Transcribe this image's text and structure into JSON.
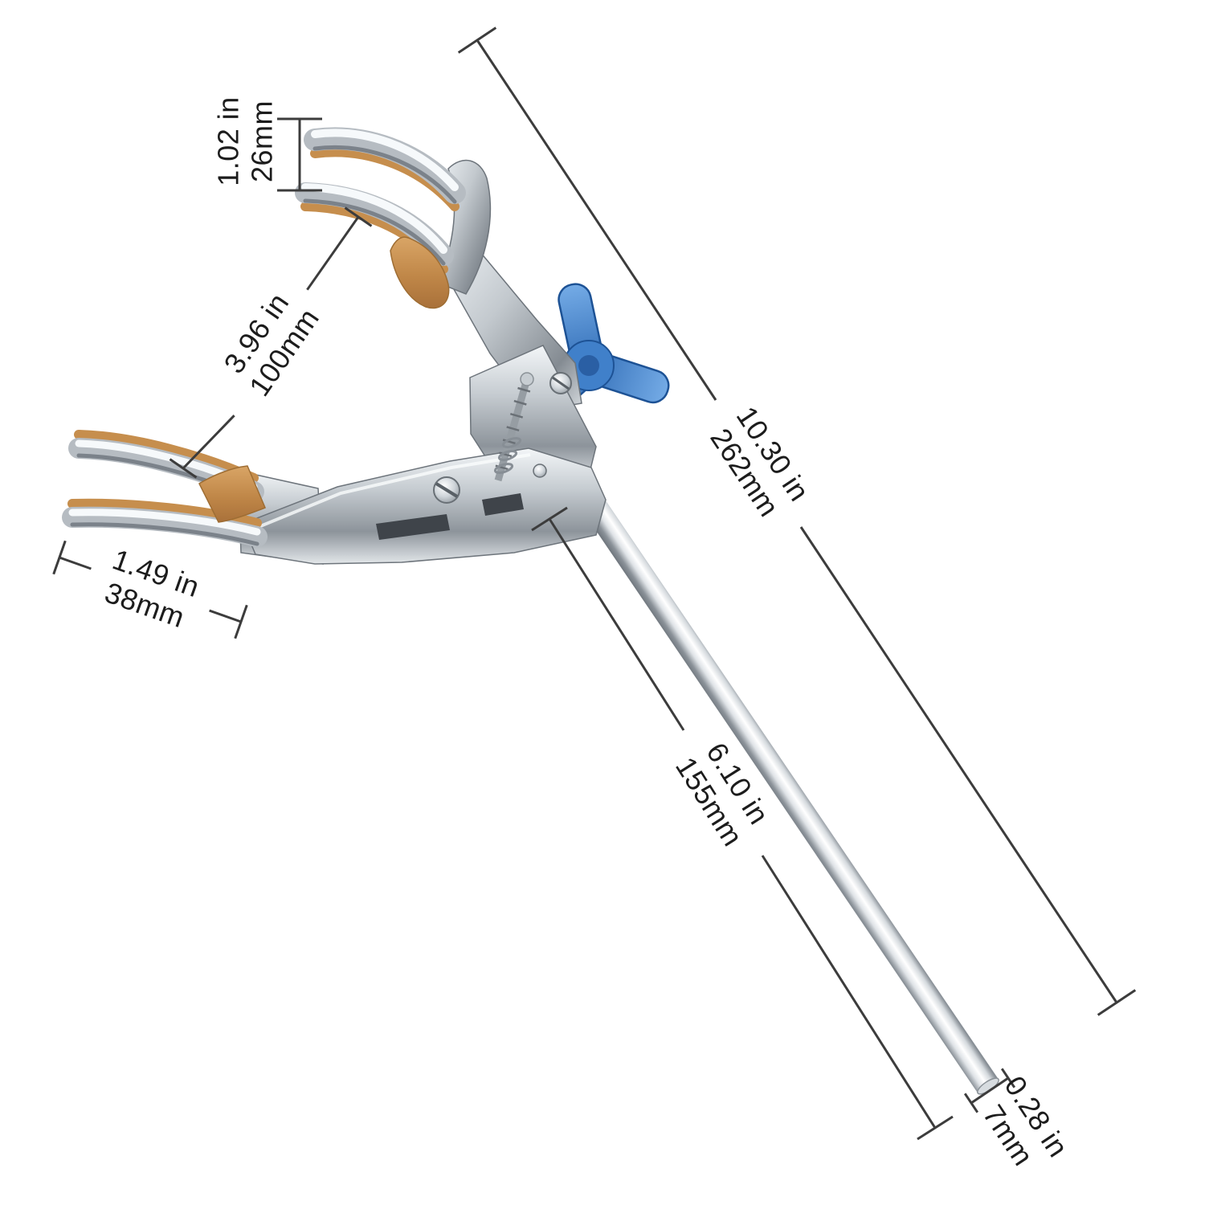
{
  "figure": {
    "type": "product-dimension-diagram",
    "subject": "four-prong laboratory extension clamp with support rod",
    "background": "#ffffff"
  },
  "dimensions": {
    "jaw_opening": {
      "inches": "1.02 in",
      "metric": "26mm"
    },
    "prong_span": {
      "inches": "3.96 in",
      "metric": "100mm"
    },
    "jaw_width": {
      "inches": "1.49 in",
      "metric": "38mm"
    },
    "overall_length": {
      "inches": "10.30 in",
      "metric": "262mm"
    },
    "rod_length": {
      "inches": "6.10 in",
      "metric": "155mm"
    },
    "rod_diameter": {
      "inches": "0.28 in",
      "metric": "7mm"
    }
  },
  "colors": {
    "dimension_lines": "#3c3c3c",
    "label_text": "#1c1c1c",
    "cork_lining": "#c68e4d",
    "knob_blue": "#3173bf",
    "chrome_light": "#f6f9fb",
    "chrome_mid": "#b6bcc2",
    "chrome_dark": "#7b828a"
  }
}
